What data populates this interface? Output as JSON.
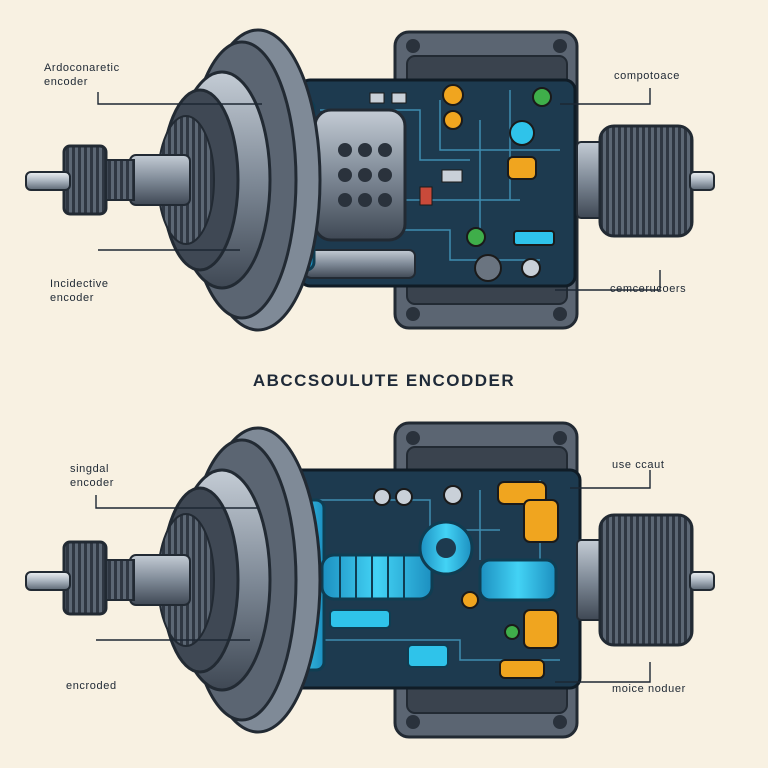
{
  "title": "ABCCSOULUTE ENCODDER",
  "top_diagram": {
    "label_top_left": "Ardoconaretic\nencoder",
    "label_bottom_left": "Incidective\nencoder",
    "label_top_right": "compotoace",
    "label_bottom_right": "cemcerucoers"
  },
  "bottom_diagram": {
    "label_top_left": "singdal\nencoder",
    "label_bottom_left": "encroded",
    "label_top_right": "use ccaut",
    "label_bottom_right": "moice noduer"
  },
  "colors": {
    "background": "#f8f1e2",
    "metal_dark": "#4a5563",
    "metal_mid": "#8d98a5",
    "metal_light": "#c9d0d8",
    "board": "#1d3a4f",
    "cyan": "#2fc3ea",
    "amber": "#f0a51f",
    "green": "#3fae4a"
  }
}
